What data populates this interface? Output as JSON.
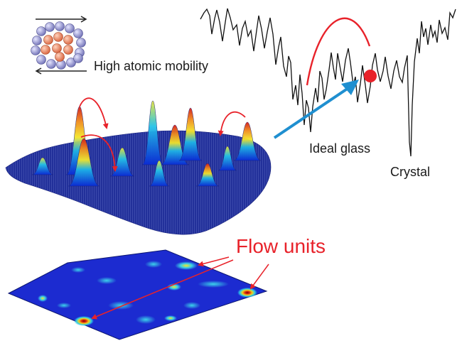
{
  "labels": {
    "high_atomic_mobility": "High atomic mobility",
    "ideal_glass": "Ideal glass",
    "crystal": "Crystal",
    "flow_units": "Flow units"
  },
  "colors": {
    "curve": "#111111",
    "highlight": "#e8222a",
    "arrow_blue": "#1f8fd0",
    "atom_red": "#e07a5a",
    "atom_blue": "#8d8fc8",
    "map_base": "#1c2bd0",
    "map_hot": "#c4321a"
  },
  "icons": {
    "shear_arrows": "shear-arrow-icons",
    "atom_cluster": "atom-cluster-icon",
    "state_marker": "red-dot-icon"
  }
}
